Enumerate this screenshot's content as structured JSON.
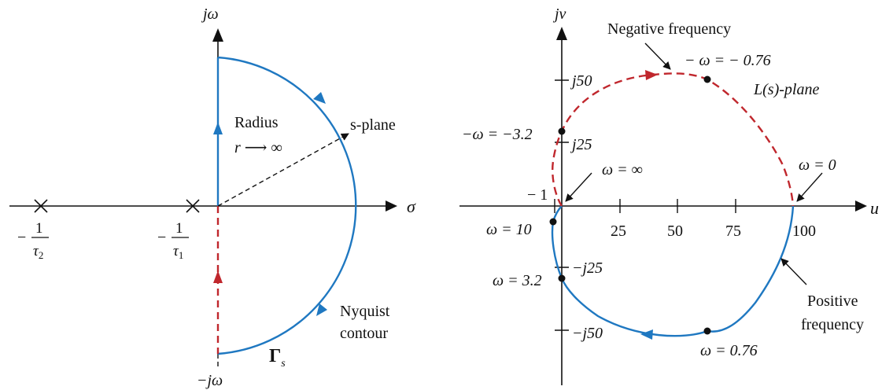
{
  "colors": {
    "blue": "#1f78c1",
    "red": "#c0272d",
    "black": "#111111"
  },
  "s_plane": {
    "vertical_axis_label": "jω",
    "horizontal_axis_label": "σ",
    "bottom_axis_label": "−jω",
    "plane_label": "s-plane",
    "radius_label": "Radius",
    "radius_value": "r ⟶ ∞",
    "contour_label_1": "Nyquist",
    "contour_label_2": "contour",
    "contour_symbol": "Γ",
    "contour_subscript": "s",
    "poles": [
      {
        "minus": "−",
        "num": "1",
        "den": "τ",
        "sub": "2"
      },
      {
        "minus": "−",
        "num": "1",
        "den": "τ",
        "sub": "1"
      }
    ]
  },
  "l_plane": {
    "vertical_axis_label": "jv",
    "horizontal_axis_label": "u",
    "plane_label": "L(s)-plane",
    "x_ticks": [
      "25",
      "50",
      "75",
      "100"
    ],
    "y_ticks": [
      "j50",
      "j25",
      "−j25",
      "−j50"
    ],
    "minus_one": "− 1",
    "negative_frequency": "Negative frequency",
    "positive_frequency_1": "Positive",
    "positive_frequency_2": "frequency",
    "points": {
      "w0": "ω = 0",
      "winf": "ω = ∞",
      "w10": "ω = 10",
      "w32": "ω = 3.2",
      "w076": "ω = 0.76",
      "nw076": "− ω = − 0.76",
      "nw32": "−ω = −3.2"
    }
  }
}
